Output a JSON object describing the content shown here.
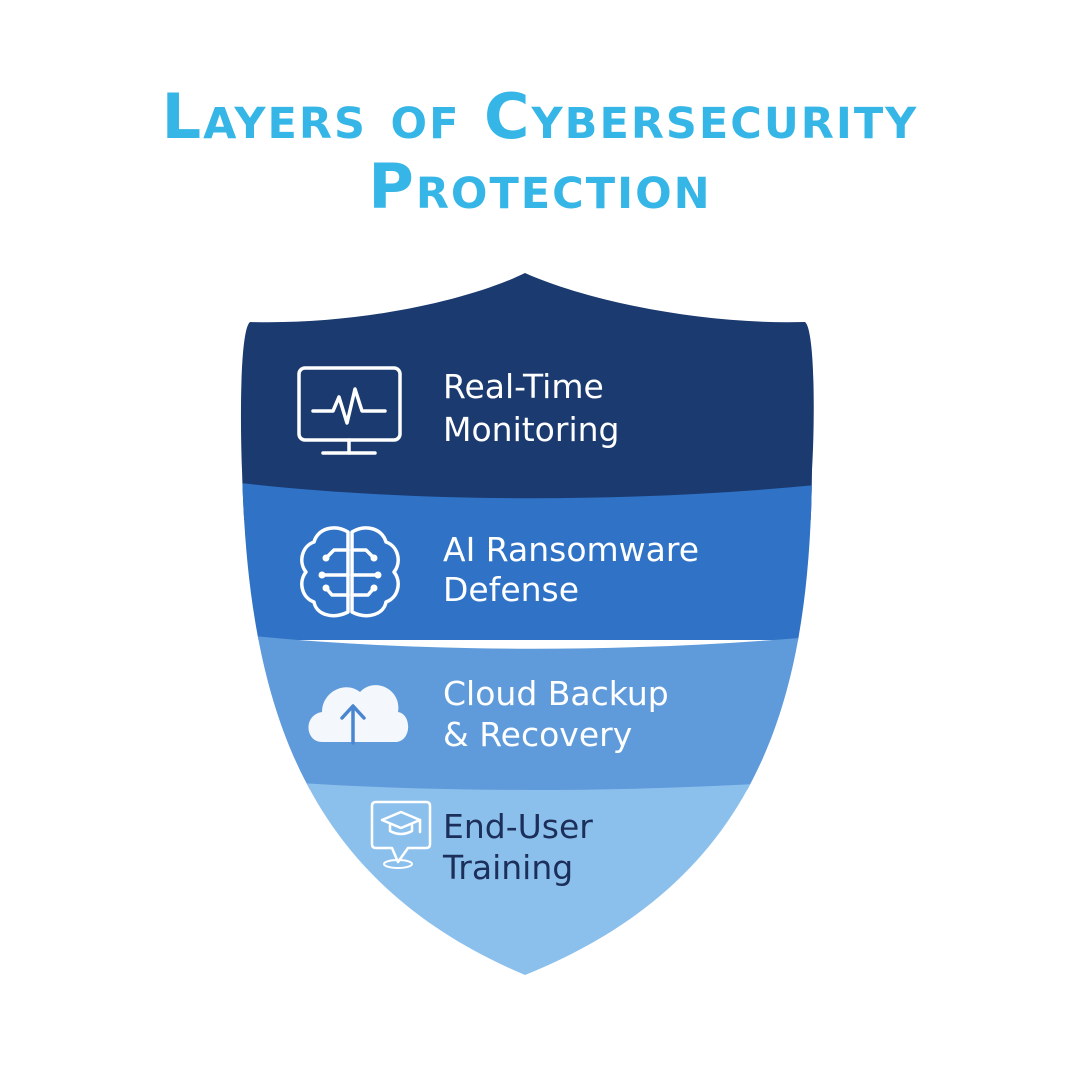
{
  "title": {
    "line1": "Layers of Cybersecurity",
    "line2": "Protection"
  },
  "colors": {
    "title": "#35b6e6",
    "layer1": "#1b3a6f",
    "layer2": "#2f72c6",
    "layer3": "#5f9bdb",
    "layer4": "#8cc0ec",
    "light_text": "#ffffff",
    "dark_text": "#1b2f5a"
  },
  "layers": [
    {
      "line1": "Real-Time",
      "line2": "Monitoring",
      "icon": "monitor-heartbeat-icon"
    },
    {
      "line1": "AI Ransomware",
      "line2": "Defense",
      "icon": "ai-brain-icon"
    },
    {
      "line1": "Cloud Backup",
      "line2": "& Recovery",
      "icon": "cloud-upload-icon"
    },
    {
      "line1": "End-User",
      "line2": "Training",
      "icon": "graduation-cap-icon"
    }
  ]
}
